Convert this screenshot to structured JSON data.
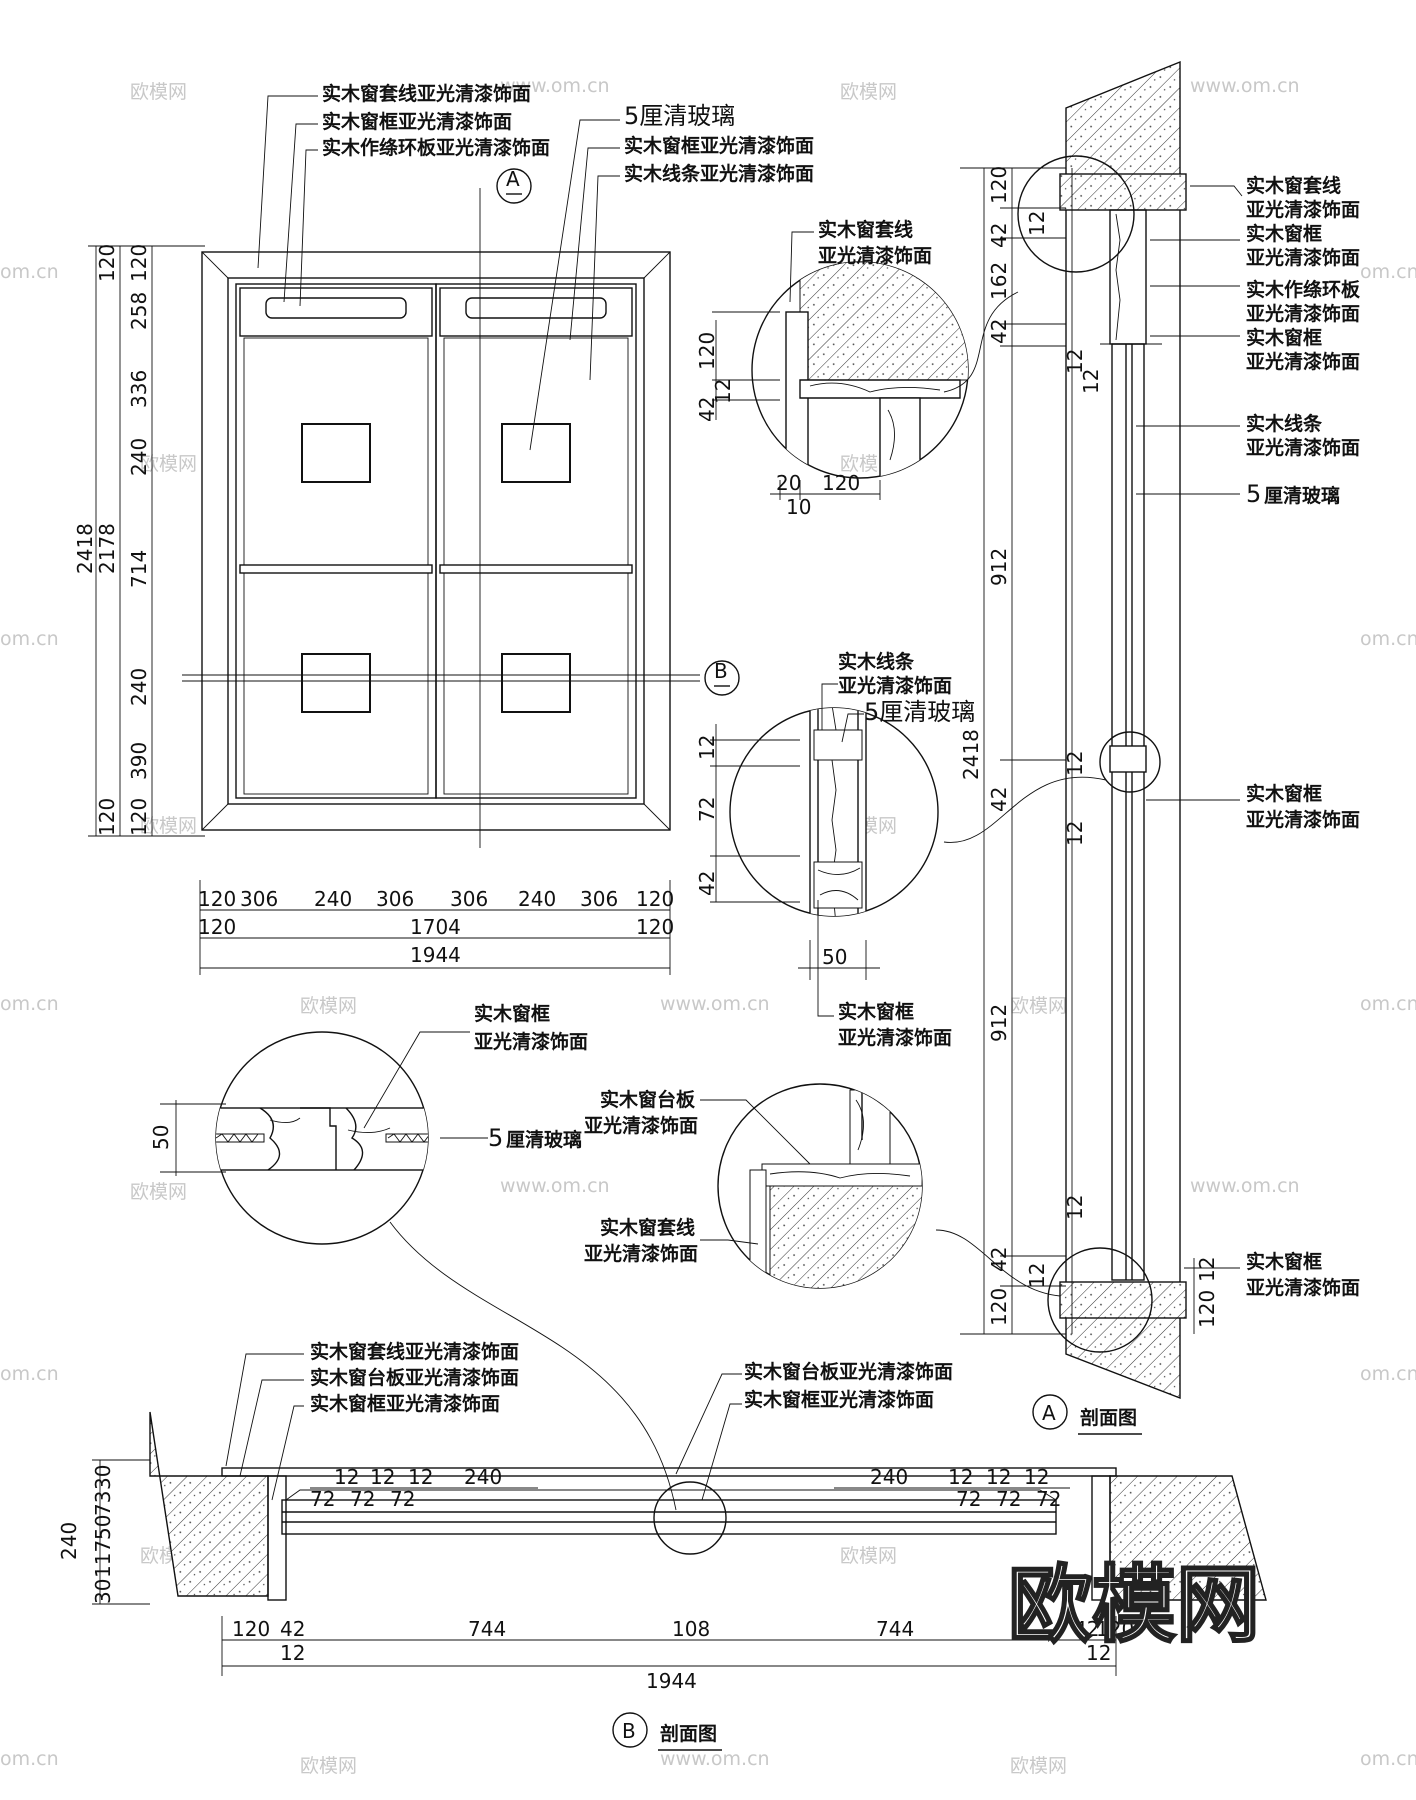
{
  "labels": {
    "casing_matte": "实木窗套线亚光清漆饰面",
    "frame_matte": "实木窗框亚光清漆饰面",
    "ring_panel_matte": "实木作绦环板亚光清漆饰面",
    "glass_5": "5厘清玻璃",
    "strip_matte": "实木线条亚光清漆饰面",
    "sill_matte": "实木窗台板亚光清漆饰面",
    "casing": "实木窗套线",
    "frame": "实木窗框",
    "ring_panel": "实木作绦环板",
    "strip": "实木线条",
    "sill": "实木窗台板",
    "matte": "亚光清漆饰面",
    "glass_num": "5",
    "glass_txt": "厘清玻璃"
  },
  "markers": {
    "a_letter": "A",
    "b_letter": "B",
    "a_section_title": "剖面图",
    "b_section_title": "剖面图"
  },
  "dims": {
    "elev_vertical": [
      "120",
      "120",
      "258",
      "336",
      "240",
      "714",
      "240",
      "390",
      "120",
      "120"
    ],
    "elev_total_2178": "2178",
    "elev_total_2418": "2418",
    "elev_h_row1": [
      "120",
      "306",
      "240",
      "306",
      "306",
      "240",
      "306",
      "120"
    ],
    "elev_h_row2": [
      "120",
      "1704",
      "120"
    ],
    "elev_h_total": "1944",
    "det1_v": [
      "120",
      "42",
      "12"
    ],
    "det1_h": [
      "20",
      "120",
      "10"
    ],
    "det2_v": [
      "12",
      "72",
      "42"
    ],
    "det2_h": "50",
    "det3_v": "50",
    "secA_v": [
      "120",
      "42",
      "12",
      "162",
      "42",
      "12",
      "12",
      "912",
      "12",
      "42",
      "12",
      "912",
      "12",
      "42",
      "12",
      "120"
    ],
    "secA_total": "2418",
    "secA_bottom_right": [
      "120",
      "12"
    ],
    "secB_top_left": [
      "12",
      "12",
      "12",
      "240"
    ],
    "secB_top_left2": [
      "72",
      "72",
      "72"
    ],
    "secB_top_right": [
      "240",
      "12",
      "12",
      "12"
    ],
    "secB_top_right2": [
      "72",
      "72",
      "72"
    ],
    "secB_left_v": [
      "240",
      "30",
      "117",
      "50",
      "73",
      "30"
    ],
    "secB_bottom": [
      "120",
      "42",
      "744",
      "108",
      "744",
      "42",
      "120"
    ],
    "secB_bottom_12": [
      "12",
      "12"
    ],
    "secB_total": "1944"
  },
  "watermarks": {
    "site": "www.om.cn",
    "site_short": "om.cn",
    "brand": "欧模网"
  }
}
